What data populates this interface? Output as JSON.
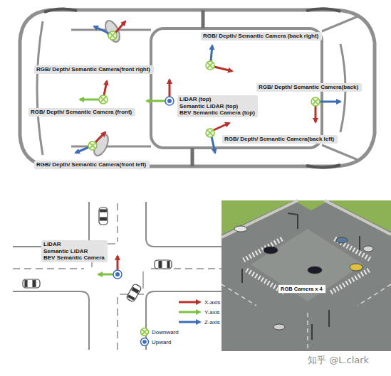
{
  "diagram": {
    "nodes": [
      {
        "text": [
          "RGB/ Depth/ Semantic Camera (back right)"
        ]
      },
      {
        "text": [
          "RGB/ Depth/ Semantic Camera(front right)"
        ]
      },
      {
        "text": [
          "RGB/ Depth/ Semantic Camera(back)"
        ]
      },
      {
        "text": [
          "LiDAR (top)",
          "Semantic LiDAR (top)",
          "BEV Semantic Camera (top)"
        ]
      },
      {
        "text": [
          "RGB/ Depth/ Semantic Camera (front)"
        ]
      },
      {
        "text": [
          "RGB/ Depth/ Semantic Camera(back left)"
        ]
      },
      {
        "text": [
          "RGB/ Depth/ Semantic Camera(front left)"
        ]
      },
      {
        "text": [
          "LiDAR",
          "Semantic LiDAR",
          "BEV Semantic Camera"
        ]
      },
      {
        "text": [
          "RGB Camera x 4"
        ]
      }
    ],
    "labels": [
      "知乎 @L.clark"
    ],
    "legend": [
      {
        "text": "X-axis",
        "color": "#b8322c"
      },
      {
        "text": "Y-axis",
        "color": "#7dc242"
      },
      {
        "text": "Z-axis",
        "color": "#3d6cb9"
      },
      {
        "text": "Downward"
      },
      {
        "text": "Upward"
      }
    ]
  }
}
